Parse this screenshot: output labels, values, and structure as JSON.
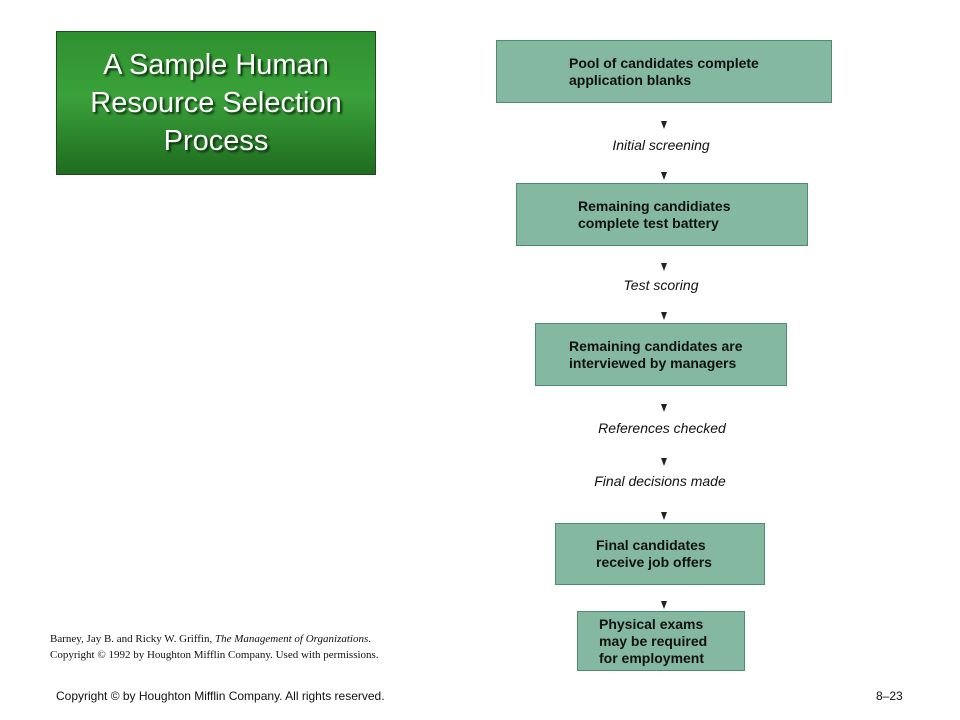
{
  "title": "A Sample Human Resource Selection Process",
  "flow": {
    "boxes": [
      "Pool of candidates complete\napplication blanks",
      "Remaining candidiates\ncomplete test battery",
      "Remaining candidates are\ninterviewed by managers",
      "Final candidates\nreceive job offers",
      "Physical exams\nmay be required\nfor employment"
    ],
    "steps": [
      "Initial screening",
      "Test scoring",
      "References checked",
      "Final decisions made"
    ]
  },
  "citation": {
    "line1_authors": "Barney, Jay B. and Ricky W. Griffin, ",
    "line1_book": "The Management of Organizations",
    "line1_end": ".",
    "line2": "Copyright © 1992 by Houghton Mifflin Company. Used with permissions."
  },
  "footer": {
    "copyright": "Copyright © by Houghton Mifflin Company. All rights reserved.",
    "slide_number": "8–23"
  },
  "colors": {
    "title_bg": "#2f8f2f",
    "box_fill": "#84b8a1",
    "box_border": "#4f8a72"
  }
}
